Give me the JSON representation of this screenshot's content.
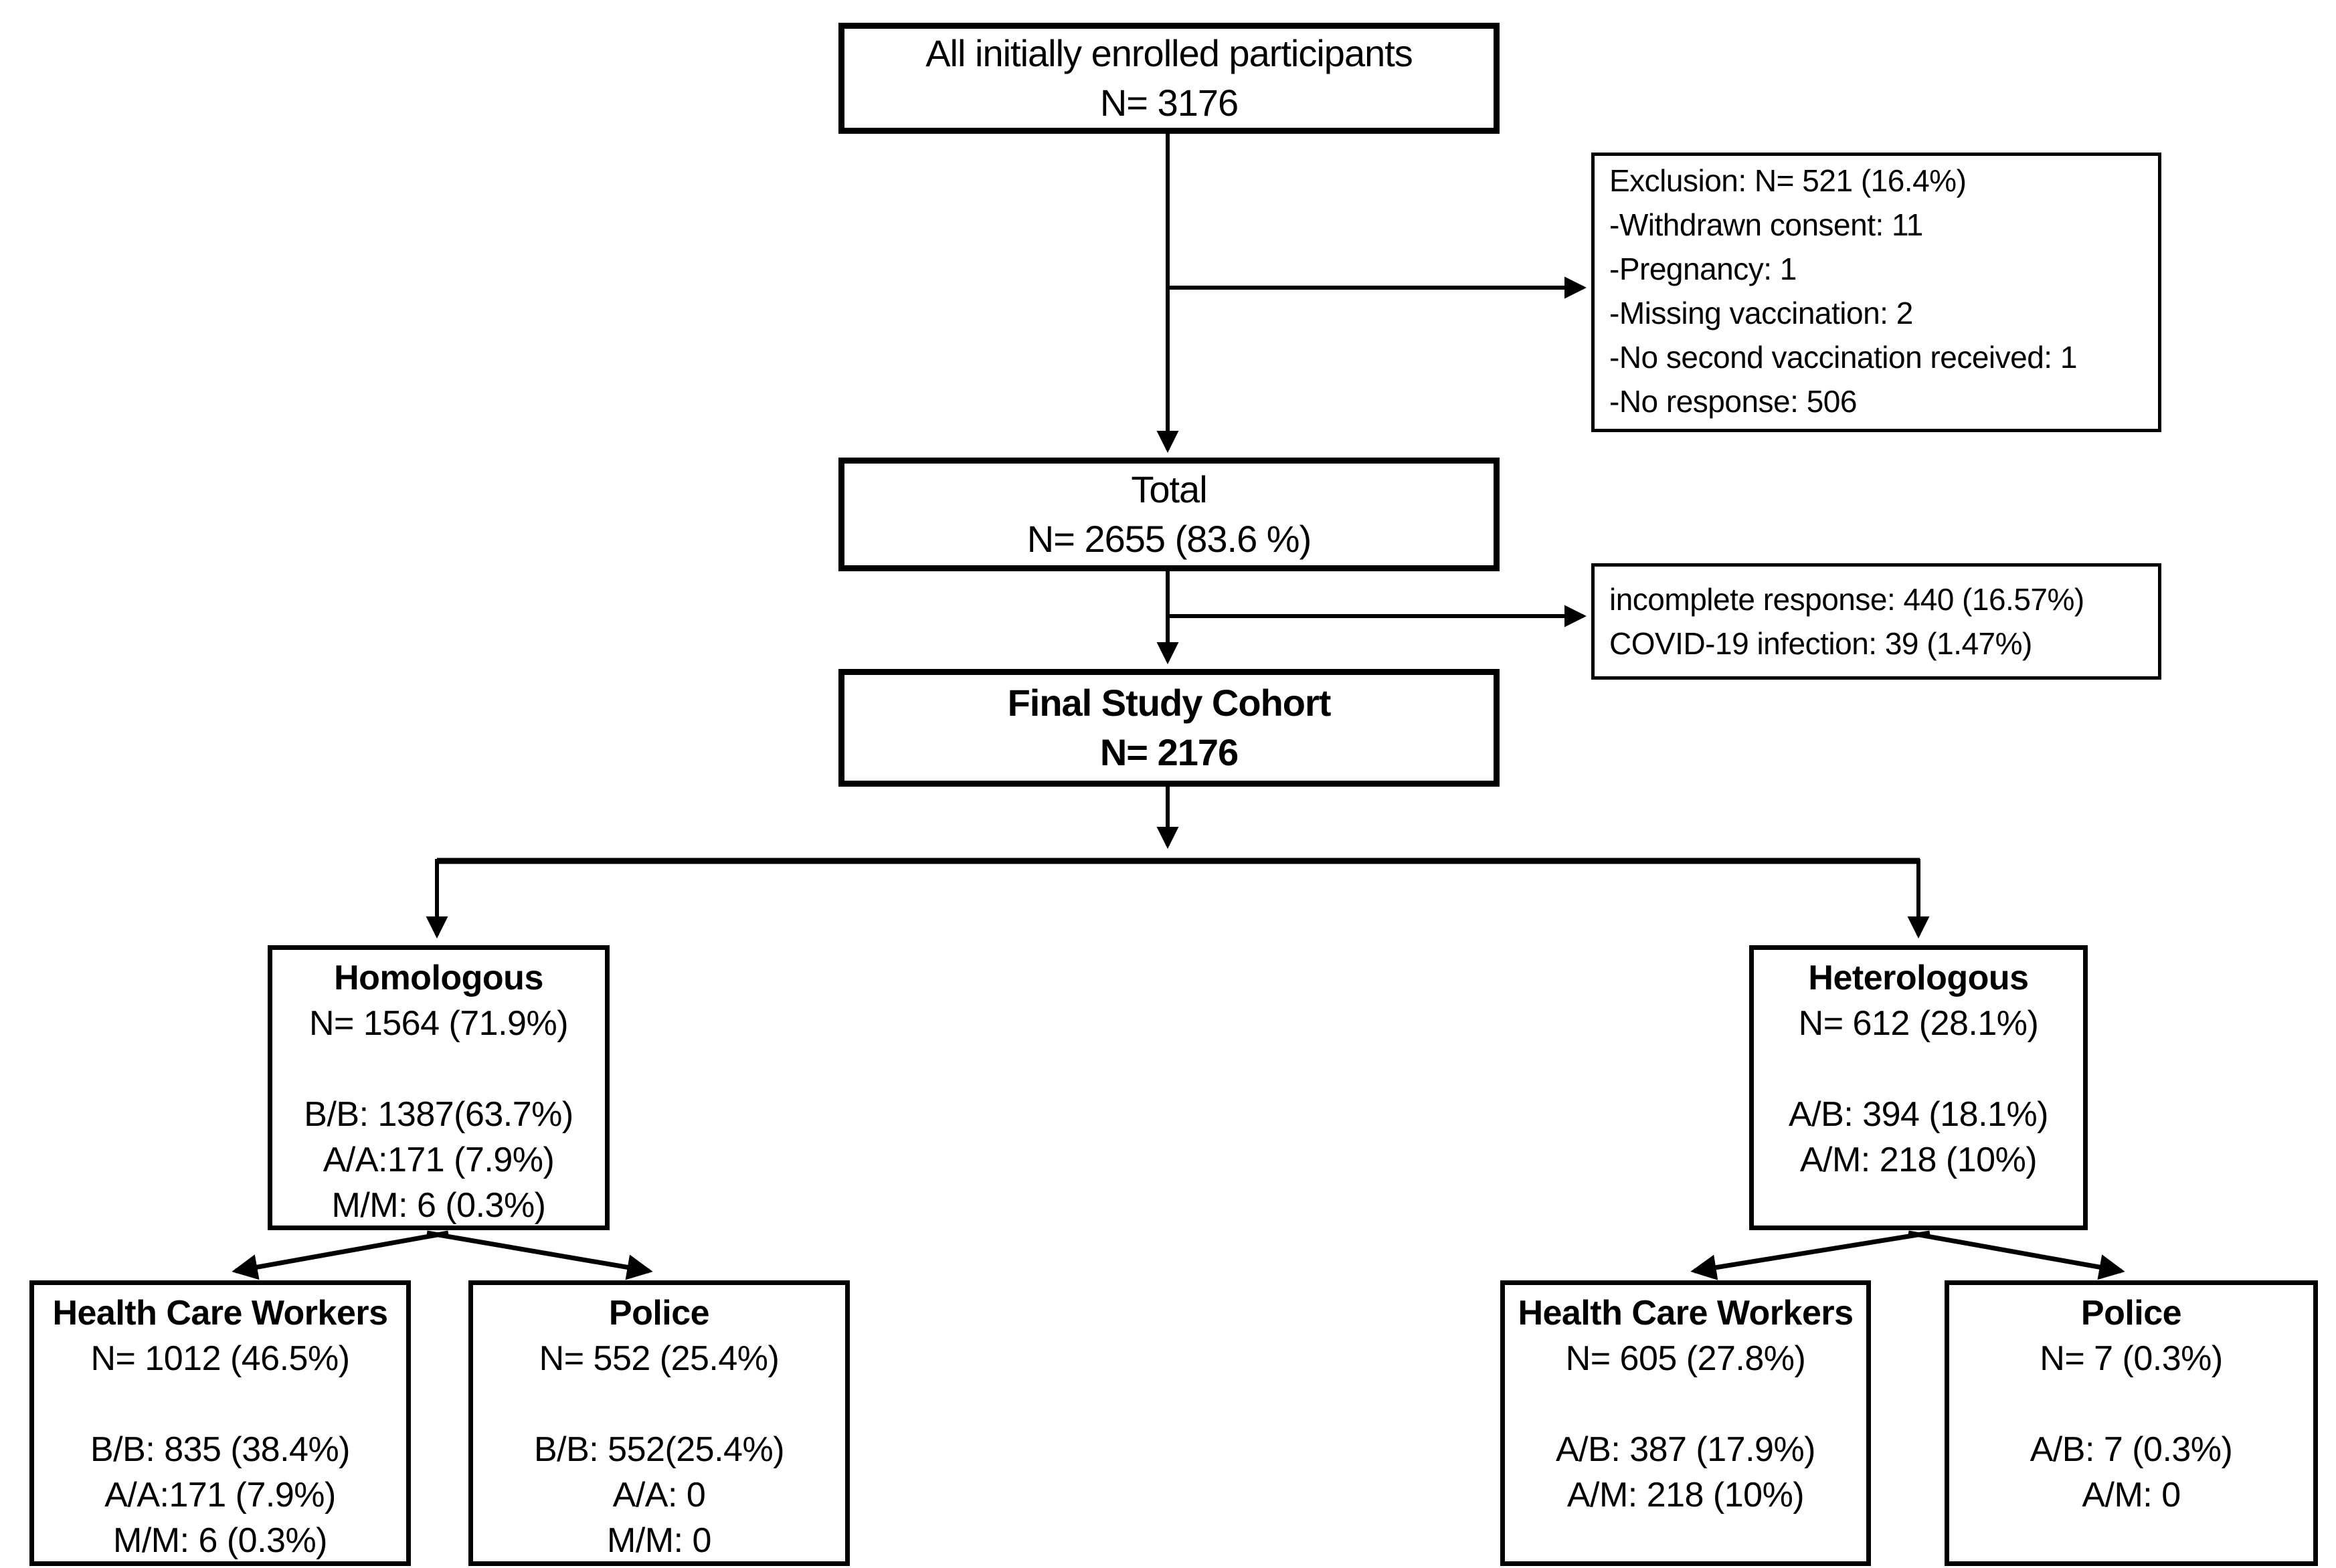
{
  "diagram": {
    "background_color": "#ffffff",
    "line_color": "#000000",
    "text_color": "#000000",
    "nodes": {
      "enrolled": {
        "title": "All initially enrolled participants",
        "n": "N= 3176"
      },
      "exclusion": {
        "lines": [
          "Exclusion: N= 521 (16.4%)",
          "-Withdrawn consent: 11",
          "-Pregnancy: 1",
          "-Missing vaccination: 2",
          "-No second vaccination received: 1",
          "-No response: 506"
        ]
      },
      "total": {
        "title": "Total",
        "n": "N= 2655 (83.6 %)"
      },
      "attrition": {
        "lines": [
          "incomplete response: 440 (16.57%)",
          "COVID-19 infection: 39 (1.47%)"
        ]
      },
      "final": {
        "title": "Final Study Cohort",
        "n": "N= 2176"
      },
      "homologous": {
        "title": "Homologous",
        "n": "N= 1564 (71.9%)",
        "stats": [
          "B/B: 1387(63.7%)",
          "A/A:171 (7.9%)",
          "M/M: 6 (0.3%)"
        ]
      },
      "heterologous": {
        "title": "Heterologous",
        "n": "N= 612 (28.1%)",
        "stats": [
          "A/B: 394 (18.1%)",
          "A/M: 218 (10%)"
        ]
      },
      "hcw_homologous": {
        "title": "Health Care Workers",
        "n": "N= 1012 (46.5%)",
        "stats": [
          "B/B: 835 (38.4%)",
          "A/A:171 (7.9%)",
          "M/M: 6 (0.3%)"
        ]
      },
      "police_homologous": {
        "title": "Police",
        "n": "N= 552 (25.4%)",
        "stats": [
          "B/B: 552(25.4%)",
          "A/A: 0",
          "M/M: 0"
        ]
      },
      "hcw_heterologous": {
        "title": "Health Care Workers",
        "n": "N= 605 (27.8%)",
        "stats": [
          "A/B: 387 (17.9%)",
          "A/M: 218 (10%)"
        ]
      },
      "police_heterologous": {
        "title": "Police",
        "n": "N= 7 (0.3%)",
        "stats": [
          "A/B: 7 (0.3%)",
          "A/M: 0"
        ]
      }
    }
  }
}
